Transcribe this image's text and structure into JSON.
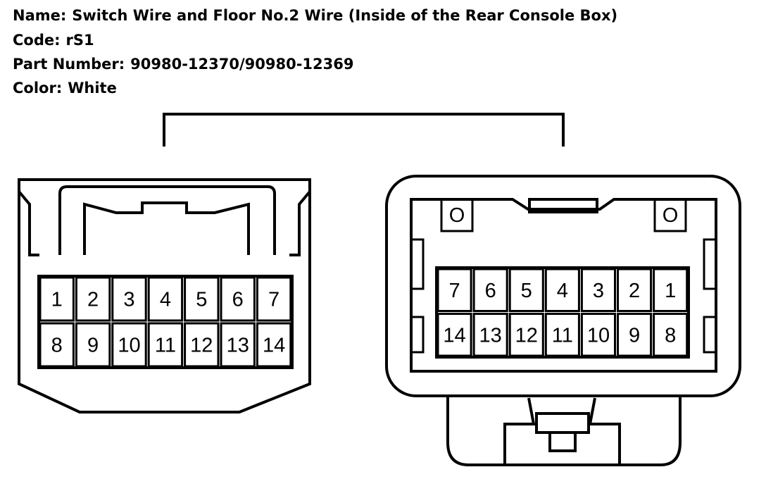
{
  "info": {
    "name_label": "Name:",
    "name_value": "Switch Wire and Floor No.2 Wire (Inside of the Rear Console Box)",
    "code_label": "Code:",
    "code_value": "rS1",
    "part_label": "Part Number:",
    "part_value": "90980-12370/90980-12369",
    "color_label": "Color:",
    "color_value": "White"
  },
  "left_connector": {
    "top_row": [
      "1",
      "2",
      "3",
      "4",
      "5",
      "6",
      "7"
    ],
    "bottom_row": [
      "8",
      "9",
      "10",
      "11",
      "12",
      "13",
      "14"
    ]
  },
  "right_connector": {
    "top_row": [
      "7",
      "6",
      "5",
      "4",
      "3",
      "2",
      "1"
    ],
    "bottom_row": [
      "14",
      "13",
      "12",
      "11",
      "10",
      "9",
      "8"
    ],
    "marker_left": "O",
    "marker_right": "O"
  }
}
